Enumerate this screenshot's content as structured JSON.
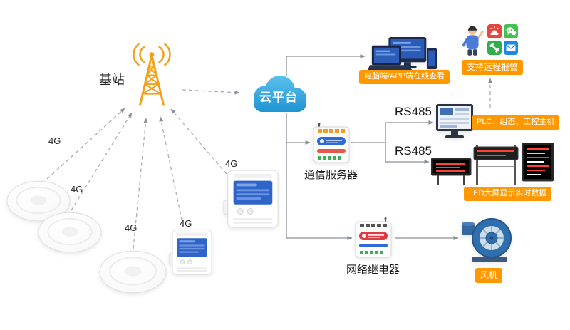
{
  "diagram": {
    "base_station": "基站",
    "cloud": "云平台",
    "comm_server": "通信服务器",
    "network_relay": "网络继电器",
    "rs485_top": "RS485",
    "rs485_bottom": "RS485",
    "four_g": "4G"
  },
  "badges": {
    "pc_app": "电脑端/APP端在线查看",
    "remote_alarm": "支持远程报警",
    "plc_host": "PLC、组态、工控主机",
    "led_screen": "LED大屏显示实时数据",
    "fan": "风机"
  },
  "icons": {
    "tower": "signal-tower-icon",
    "cloud": "cloud-icon",
    "smoke_detector": "smoke-detector-icon",
    "sensor": "sensor-device-icon",
    "computers": "computers-icon",
    "person": "person-icon",
    "alarm": "siren-icon",
    "wechat": "wechat-icon",
    "phone": "phone-icon",
    "mail": "mail-icon",
    "monitor": "industrial-monitor-icon",
    "led": "led-display-icon",
    "comm_server_device": "comm-server-device-icon",
    "relay_device": "network-relay-device-icon",
    "fan": "blower-fan-icon"
  },
  "colors": {
    "badge_orange": "#ff9800",
    "tower_orange": "#f5a01b",
    "cloud_blue_top": "#5fc4ef",
    "cloud_blue_bottom": "#1a90d0",
    "connector_gray": "#8b9099",
    "device_screen_blue": "#2f64c8",
    "alarm_red": "#e8453c",
    "wechat_green": "#46c050",
    "mail_blue": "#1e88e5",
    "fan_blue": "#2f6fae",
    "led_red": "#ff4136"
  }
}
